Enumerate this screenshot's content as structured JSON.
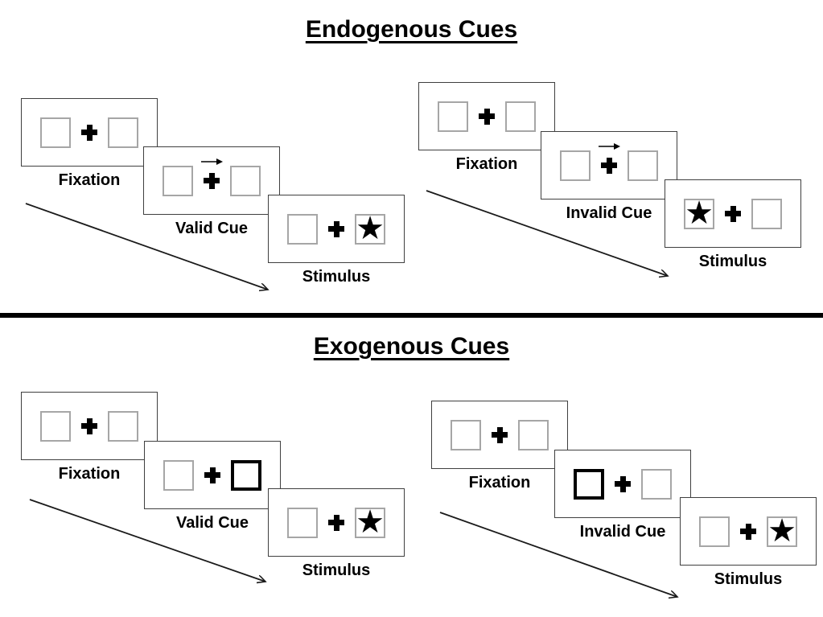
{
  "sections": [
    {
      "title": "Endogenous Cues",
      "groups": [
        {
          "name": "valid-trial",
          "panels": [
            {
              "label": "Fixation",
              "left_box": "empty",
              "right_box": "empty",
              "cue": "none"
            },
            {
              "label": "Valid Cue",
              "left_box": "empty",
              "right_box": "empty",
              "cue": "central-arrow-right"
            },
            {
              "label": "Stimulus",
              "left_box": "empty",
              "right_box": "star",
              "cue": "none"
            }
          ]
        },
        {
          "name": "invalid-trial",
          "panels": [
            {
              "label": "Fixation",
              "left_box": "empty",
              "right_box": "empty",
              "cue": "none"
            },
            {
              "label": "Invalid Cue",
              "left_box": "empty",
              "right_box": "empty",
              "cue": "central-arrow-right"
            },
            {
              "label": "Stimulus",
              "left_box": "star",
              "right_box": "empty",
              "cue": "none"
            }
          ]
        }
      ]
    },
    {
      "title": "Exogenous Cues",
      "groups": [
        {
          "name": "valid-trial",
          "panels": [
            {
              "label": "Fixation",
              "left_box": "empty",
              "right_box": "empty",
              "cue": "none"
            },
            {
              "label": "Valid Cue",
              "left_box": "empty",
              "right_box": "highlighted-thick-box",
              "cue": "peripheral-right"
            },
            {
              "label": "Stimulus",
              "left_box": "empty",
              "right_box": "star",
              "cue": "none"
            }
          ]
        },
        {
          "name": "invalid-trial",
          "panels": [
            {
              "label": "Fixation",
              "left_box": "empty",
              "right_box": "empty",
              "cue": "none"
            },
            {
              "label": "Invalid Cue",
              "left_box": "highlighted-thick-box",
              "right_box": "empty",
              "cue": "peripheral-left"
            },
            {
              "label": "Stimulus",
              "left_box": "empty",
              "right_box": "star",
              "cue": "none"
            }
          ]
        }
      ]
    }
  ],
  "glyphs": {
    "star": "★"
  },
  "colors": {
    "background": "#ffffff",
    "ink": "#000000",
    "panel_border": "#3f3f3f",
    "box_border": "#a6a6a6",
    "highlight_border": "#000000",
    "divider": "#000000"
  }
}
